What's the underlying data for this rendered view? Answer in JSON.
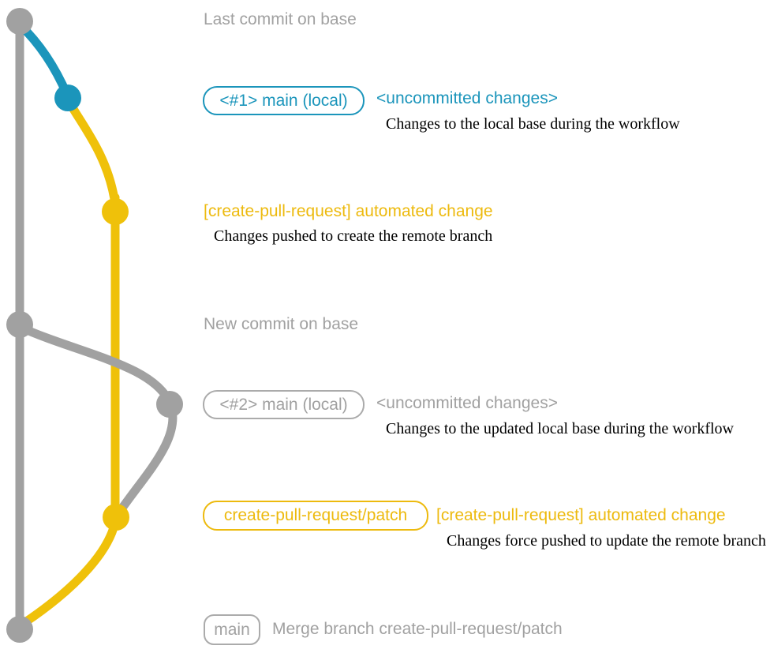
{
  "colors": {
    "base_gray": "#A1A1A1",
    "branch_blue": "#1B95BB",
    "branch_yellow": "#EFC10A",
    "caption_black": "#000000"
  },
  "rows": {
    "row1": {
      "label": "Last commit on base"
    },
    "row2": {
      "badge": "<#1> main (local)",
      "title": "<uncommitted changes>",
      "caption": "Changes to the local base during the workflow"
    },
    "row3": {
      "title": "[create-pull-request] automated change",
      "caption": "Changes pushed to create the remote branch"
    },
    "row4": {
      "label": "New commit on base"
    },
    "row5": {
      "badge": "<#2> main (local)",
      "title": "<uncommitted changes>",
      "caption": "Changes to the updated local base during the workflow"
    },
    "row6": {
      "badge": "create-pull-request/patch",
      "title": "[create-pull-request] automated change",
      "caption": "Changes force pushed to update the remote branch"
    },
    "row7": {
      "badge": "main",
      "title": "Merge branch create-pull-request/patch"
    }
  }
}
